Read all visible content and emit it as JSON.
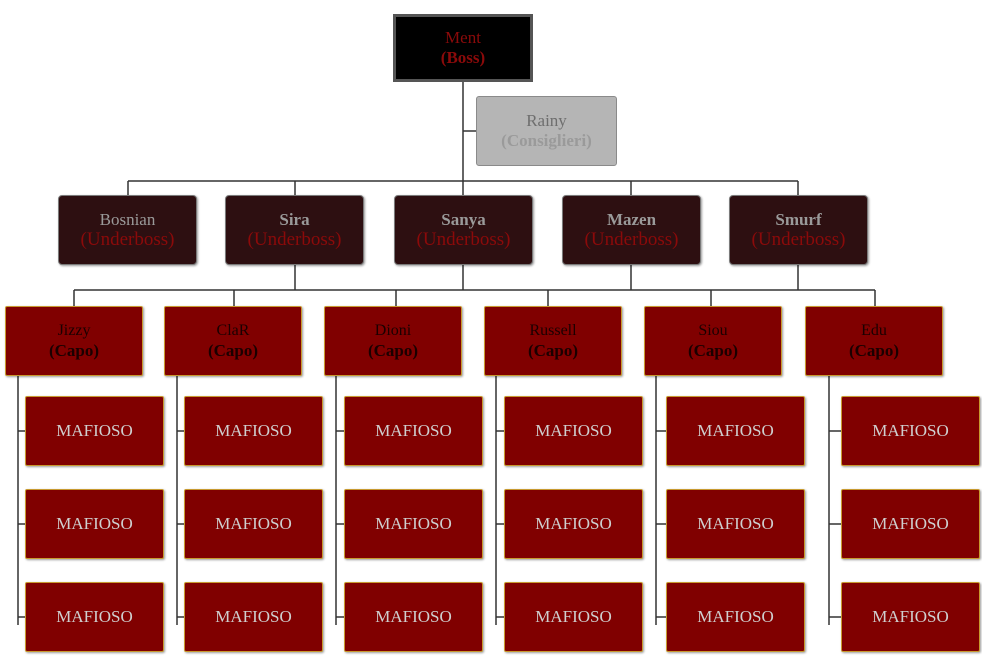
{
  "boss": {
    "name": "Ment",
    "role": "(Boss)"
  },
  "consigliere": {
    "name": "Rainy",
    "role": "(Consiglieri)"
  },
  "underbosses": [
    {
      "name": "Bosnian",
      "role": "(Underboss)"
    },
    {
      "name": "Sira",
      "role": "(Underboss)"
    },
    {
      "name": "Sanya",
      "role": "(Underboss)"
    },
    {
      "name": "Mazen",
      "role": "(Underboss)"
    },
    {
      "name": "Smurf",
      "role": "(Underboss)"
    }
  ],
  "capos": [
    {
      "name": "Jizzy",
      "role": "(Capo)"
    },
    {
      "name": "ClaR",
      "role": "(Capo)"
    },
    {
      "name": "Dioni",
      "role": "(Capo)"
    },
    {
      "name": "Russell",
      "role": "(Capo)"
    },
    {
      "name": "Siou",
      "role": "(Capo)"
    },
    {
      "name": "Edu",
      "role": "(Capo)"
    }
  ],
  "mafioso_label": "MAFIOSO",
  "colors": {
    "boss_bg": "#000000",
    "dark_red": "#800000",
    "underboss_bg": "#2d0f11",
    "consigliere_bg": "#b5b5b5",
    "role_red": "#8b0a0a",
    "connector": "#333333"
  }
}
